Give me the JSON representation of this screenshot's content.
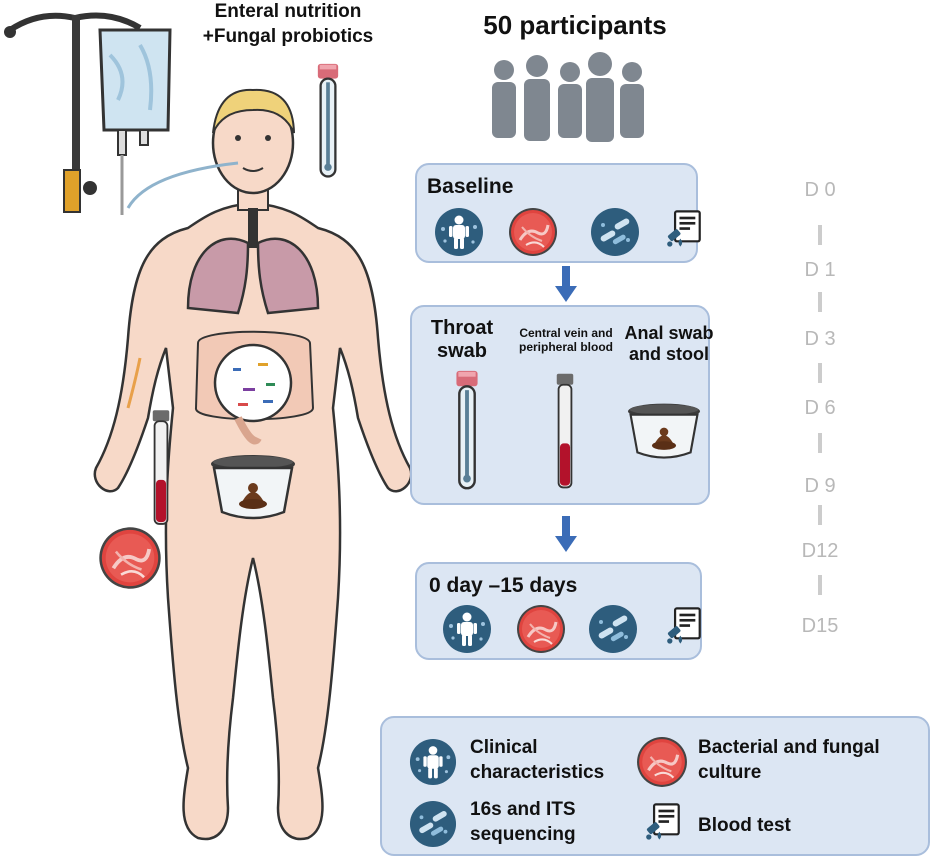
{
  "header": {
    "nutrition_line1": "Enteral nutrition",
    "nutrition_line2": "+Fungal probiotics",
    "participants": "50 participants"
  },
  "stages": {
    "baseline": "Baseline",
    "sampling": {
      "throat_line1": "Throat",
      "throat_line2": "swab",
      "blood_line1": "Central vein and",
      "blood_line2": "peripheral blood",
      "anal_line1": "Anal swab",
      "anal_line2": "and stool"
    },
    "followup": "0 day –15 days"
  },
  "timeline": [
    "D 0",
    "D 1",
    "D 3",
    "D 6",
    "D 9",
    "D12",
    "D15"
  ],
  "legend": {
    "clinical_line1": "Clinical",
    "clinical_line2": "characteristics",
    "culture_line1": "Bacterial and fungal",
    "culture_line2": "culture",
    "sequencing_line1": "16s and ITS",
    "sequencing_line2": "sequencing",
    "blood_test": "Blood test"
  },
  "icons": [
    "clinical-characteristics-icon",
    "culture-plate-icon",
    "sequencing-icon",
    "blood-test-icon",
    "test-tube-icon",
    "stool-container-icon",
    "participants-icon",
    "iv-stand-icon"
  ],
  "colors": {
    "box_fill": "#dce6f3",
    "box_border": "#a9bedc",
    "arrow": "#3b6cb7",
    "icon_dark": "#2e5d7d",
    "culture_red": "#e0443f",
    "timeline_gray": "#b8b8b8",
    "skin": "#f7d9c8"
  }
}
